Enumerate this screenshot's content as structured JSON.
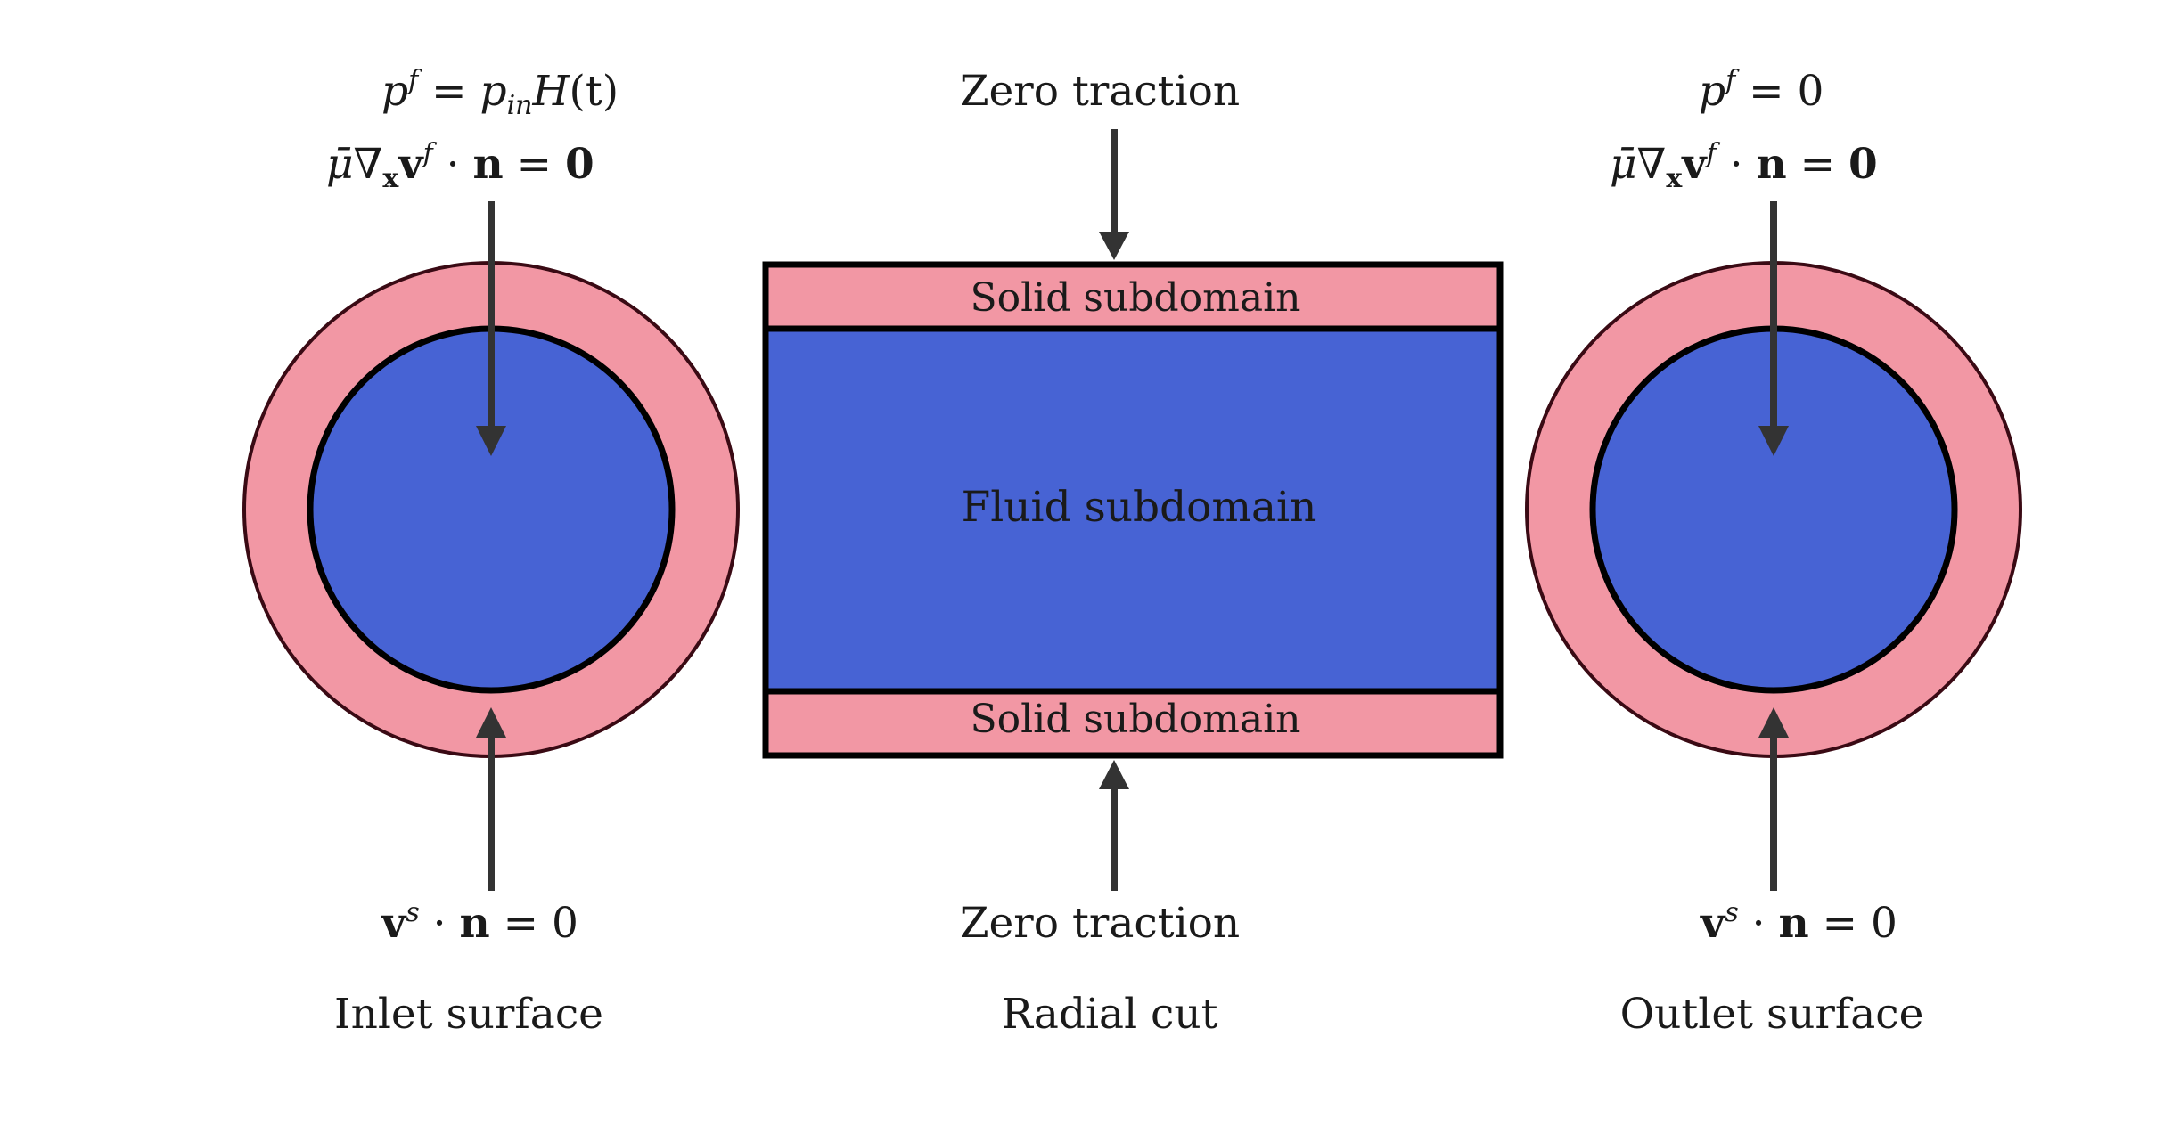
{
  "colors": {
    "fluid": "#4763D4",
    "solid": "#F297A4",
    "stroke": "#000000",
    "arrow": "#333333"
  },
  "inlet": {
    "caption": "Inlet surface",
    "top_line1": {
      "p": "p",
      "f": "f",
      "eq": " = ",
      "pin": "p",
      "in": "in",
      "H": "H",
      "t": "(t)"
    },
    "top_line2": {
      "mu": "μ̄∇",
      "x": "x",
      "v": "v",
      "f": "f",
      "rest1": " · ",
      "n": "n",
      "rest2": " = ",
      "zero": "0"
    },
    "bottom": {
      "v": "v",
      "s": "s",
      "mid": " · ",
      "n": "n",
      "rest": " = 0"
    }
  },
  "radial": {
    "caption": "Radial cut",
    "top_label": "Zero traction",
    "bottom_label": "Zero traction",
    "solid_top": "Solid subdomain",
    "fluid": "Fluid subdomain",
    "solid_bottom": "Solid subdomain"
  },
  "outlet": {
    "caption": "Outlet surface",
    "top_line1": {
      "p": "p",
      "f": "f",
      "rest": " = 0"
    },
    "top_line2": {
      "mu": "μ̄∇",
      "x": "x",
      "v": "v",
      "f": "f",
      "rest1": " · ",
      "n": "n",
      "rest2": " = ",
      "zero": "0"
    },
    "bottom": {
      "v": "v",
      "s": "s",
      "mid": " · ",
      "n": "n",
      "rest": " = 0"
    }
  }
}
